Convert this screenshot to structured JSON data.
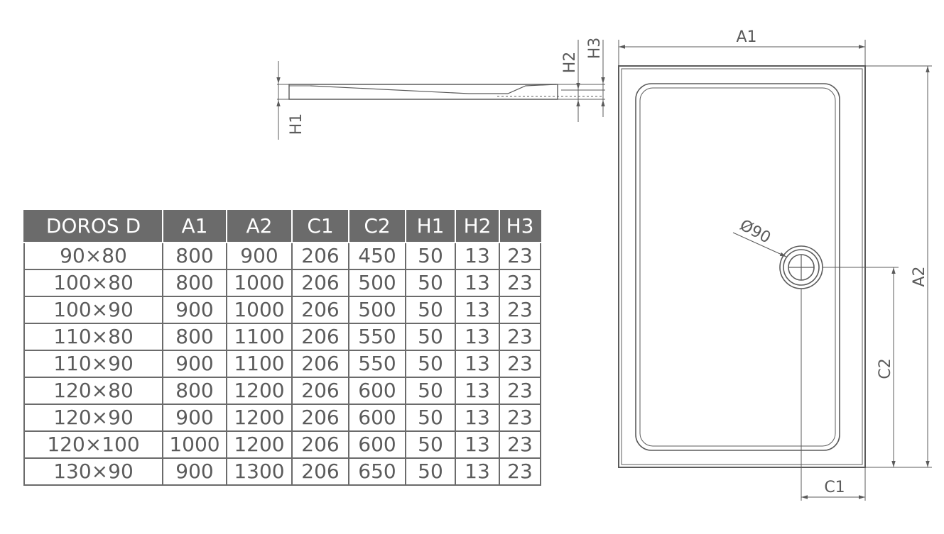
{
  "table": {
    "headers": [
      "DOROS D",
      "A1",
      "A2",
      "C1",
      "C2",
      "H1",
      "H2",
      "H3"
    ],
    "rows": [
      [
        "90×80",
        "800",
        "900",
        "206",
        "450",
        "50",
        "13",
        "23"
      ],
      [
        "100×80",
        "800",
        "1000",
        "206",
        "500",
        "50",
        "13",
        "23"
      ],
      [
        "100×90",
        "900",
        "1000",
        "206",
        "500",
        "50",
        "13",
        "23"
      ],
      [
        "110×80",
        "800",
        "1100",
        "206",
        "550",
        "50",
        "13",
        "23"
      ],
      [
        "110×90",
        "900",
        "1100",
        "206",
        "550",
        "50",
        "13",
        "23"
      ],
      [
        "120×80",
        "800",
        "1200",
        "206",
        "600",
        "50",
        "13",
        "23"
      ],
      [
        "120×90",
        "900",
        "1200",
        "206",
        "600",
        "50",
        "13",
        "23"
      ],
      [
        "120×100",
        "1000",
        "1200",
        "206",
        "600",
        "50",
        "13",
        "23"
      ],
      [
        "130×90",
        "900",
        "1300",
        "206",
        "650",
        "50",
        "13",
        "23"
      ]
    ]
  },
  "labels": {
    "a1": "A1",
    "a2": "A2",
    "c1": "C1",
    "c2": "C2",
    "h1": "H1",
    "h2": "H2",
    "h3": "H3",
    "drain": "Ø90"
  },
  "colors": {
    "line": "#5b5b5b",
    "header_bg": "#6b6b6b",
    "header_text": "#ffffff"
  }
}
